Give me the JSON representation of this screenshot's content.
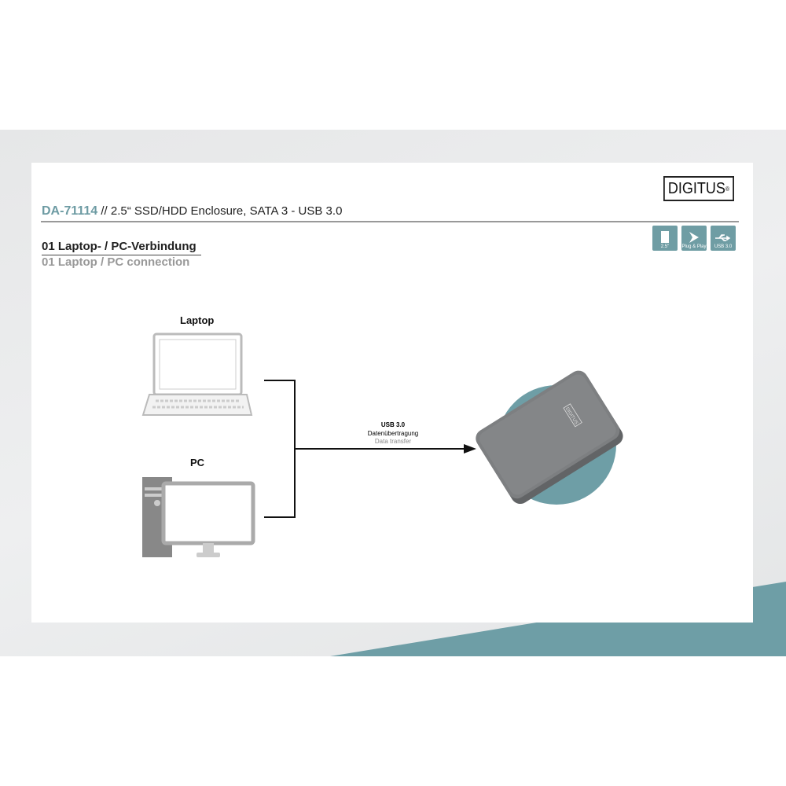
{
  "brand": {
    "logo": "DIGITUS",
    "registered": "®"
  },
  "header": {
    "sku": "DA-71114",
    "separator": "//",
    "product": "2.5“ SSD/HDD Enclosure, SATA 3 - USB 3.0"
  },
  "section": {
    "title_de": "01 Laptop- / PC-Verbindung",
    "title_en": "01 Laptop / PC connection"
  },
  "badges": [
    {
      "icon": "hdd-icon",
      "label": "2.5\""
    },
    {
      "icon": "plug-and-play-icon",
      "label": "Plug & Play"
    },
    {
      "icon": "usb-icon",
      "label": "USB 3.0"
    }
  ],
  "diagram": {
    "laptop_label": "Laptop",
    "pc_label": "PC",
    "link_title": "USB 3.0",
    "link_de": "Datenübertragung",
    "link_en": "Data transfer",
    "device_logo": "DIGITUS"
  },
  "colors": {
    "accent": "#6f9da4",
    "sku": "#6d9ba3"
  }
}
